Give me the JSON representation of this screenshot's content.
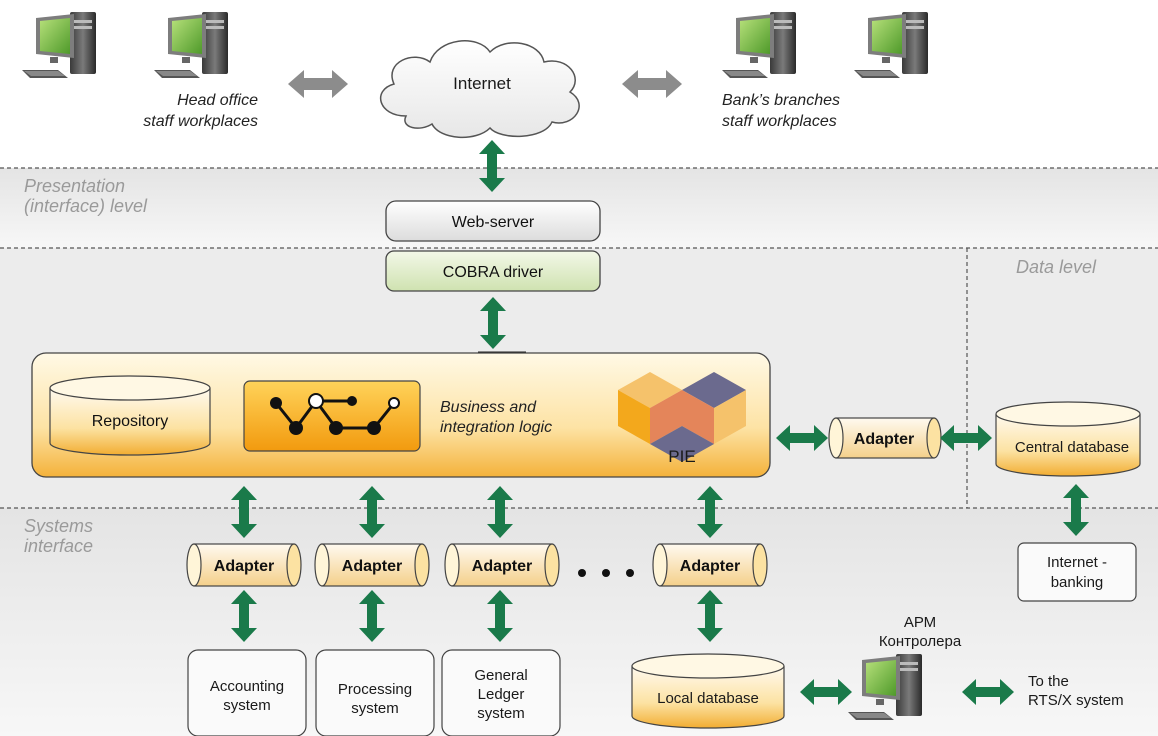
{
  "levels": {
    "presentation_line1": "Presentation",
    "presentation_line2": "(interface) level",
    "data": "Data level",
    "systems_line1": "Systems",
    "systems_line2": "interface"
  },
  "top": {
    "internet": "Internet",
    "head_office_line1": "Head office",
    "head_office_line2": "staff workplaces",
    "branches_line1": "Bank’s branches",
    "branches_line2": "staff workplaces"
  },
  "servers": {
    "web_server": "Web-server",
    "cobra_driver": "COBRA driver"
  },
  "core": {
    "repository": "Repository",
    "logic_line1": "Business and",
    "logic_line2": "integration logic",
    "pie": "PIE"
  },
  "adapter_label": "Adapter",
  "data_level": {
    "central_database": "Central database",
    "internet_banking_line1": "Internet -",
    "internet_banking_line2": "banking"
  },
  "systems": {
    "accounting_line1": "Accounting",
    "accounting_line2": "system",
    "processing_line1": "Processing",
    "processing_line2": "system",
    "ledger_line1": "General",
    "ledger_line2": "Ledger",
    "ledger_line3": "system",
    "local_database": "Local database"
  },
  "controller": {
    "line1": "АРМ",
    "line2": "Контролера"
  },
  "rts": {
    "line1": "To the",
    "line2": "RTS/X system"
  },
  "colors": {
    "arrow_green": "#1a7a4a",
    "arrow_grey": "#8a8a8a",
    "orange": "#f3a81c",
    "light_green": "#e3efd0",
    "band_grey": "#ececec"
  }
}
